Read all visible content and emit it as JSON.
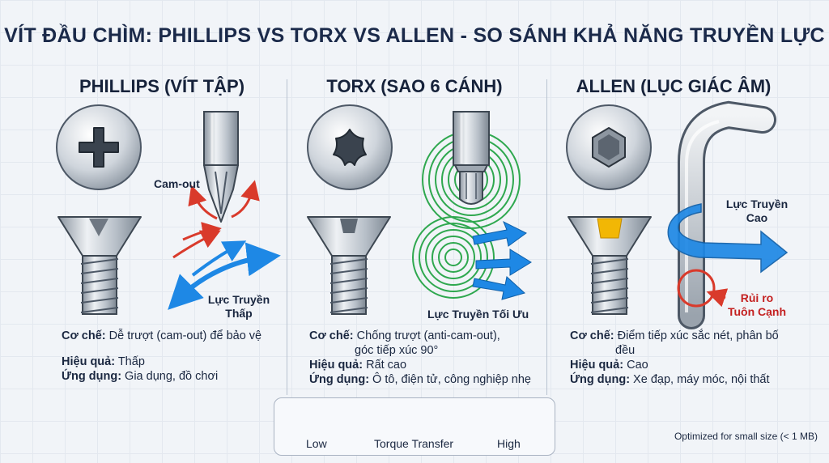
{
  "title": "VÍT ĐẦU CHÌM: PHILLIPS VS TORX VS ALLEN - SO SÁNH KHẢ NĂNG TRUYỀN LỰC",
  "columns": [
    {
      "heading": "PHILLIPS (VÍT TẬP)",
      "callouts": {
        "camout": "Cam-out",
        "torque_1": "Lực Truyền",
        "torque_2": "Thấp"
      },
      "mechanism_label": "Cơ chế:",
      "mechanism": " Dễ trượt (cam-out) để bảo vệ",
      "mechanism_cont": "",
      "effect_label": "Hiệu quả:",
      "effect": " Thấp",
      "usage_label": "Ứng dụng:",
      "usage": " Gia dụng, đồ chơi"
    },
    {
      "heading": "TORX (SAO 6 CÁNH)",
      "callouts": {
        "torque": "Lực Truyền Tối Ưu"
      },
      "mechanism_label": "Cơ chế:",
      "mechanism": " Chống trượt (anti-cam-out),",
      "mechanism_cont": "góc tiếp xúc 90°",
      "effect_label": "Hiệu quả:",
      "effect": " Rất cao",
      "usage_label": "Ứng dụng:",
      "usage": " Ô tô, điện tử, công nghiệp nhẹ"
    },
    {
      "heading": "ALLEN (LỤC GIÁC ÂM)",
      "callouts": {
        "torque_1": "Lực Truyền",
        "torque_2": "Cao",
        "risk_1": "Rủi ro",
        "risk_2": "Tuôn Cạnh"
      },
      "mechanism_label": "Cơ chế:",
      "mechanism": " Điểm tiếp xúc sắc nét, phân bố",
      "mechanism_cont": "đều",
      "effect_label": "Hiệu quả:",
      "effect": " Cao",
      "usage_label": "Ứng dụng:",
      "usage": " Xe đạp, máy móc, nội thất"
    }
  ],
  "legend": {
    "low": "Low",
    "mid": "Torque Transfer",
    "high": "High"
  },
  "footnote": "Optimized for small size (< 1 MB)",
  "colors": {
    "red": "#d93a2b",
    "yellow": "#f2b705",
    "green": "#3aa845",
    "blue": "#1e88e5",
    "ring_green": "#2fa84f"
  }
}
